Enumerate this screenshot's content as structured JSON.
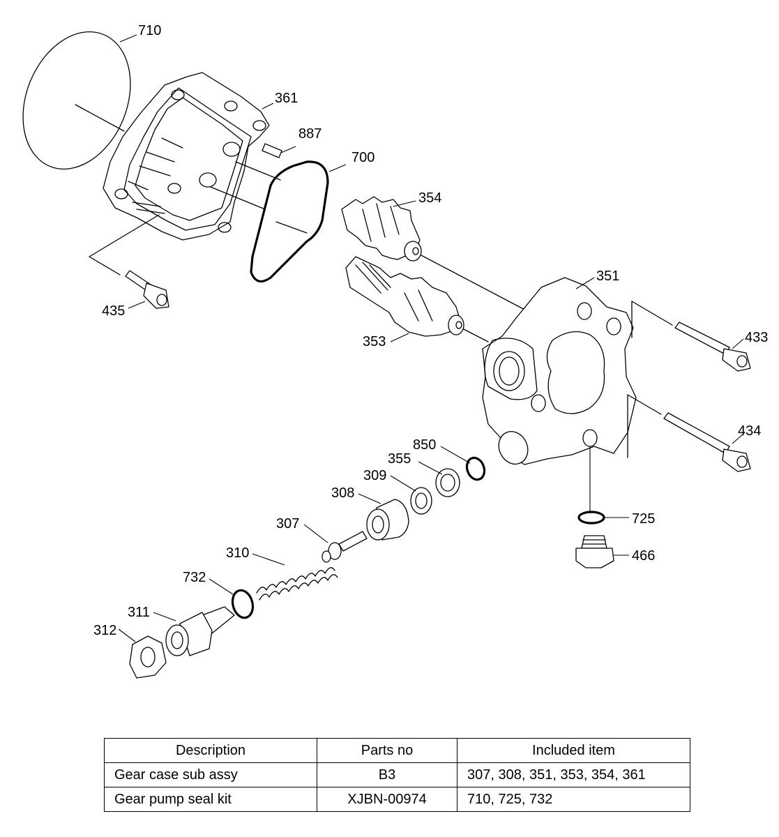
{
  "callouts": {
    "c710": "710",
    "c361": "361",
    "c887": "887",
    "c700": "700",
    "c354": "354",
    "c351": "351",
    "c435": "435",
    "c353": "353",
    "c433": "433",
    "c434": "434",
    "c850": "850",
    "c355": "355",
    "c309": "309",
    "c308": "308",
    "c307": "307",
    "c725": "725",
    "c466": "466",
    "c310": "310",
    "c732": "732",
    "c311": "311",
    "c312": "312"
  },
  "table": {
    "headers": [
      "Description",
      "Parts no",
      "Included item"
    ],
    "rows": [
      [
        "Gear case sub assy",
        "B3",
        "307, 308, 351, 353, 354, 361"
      ],
      [
        "Gear pump seal kit",
        "XJBN-00974",
        "710, 725, 732"
      ]
    ]
  }
}
